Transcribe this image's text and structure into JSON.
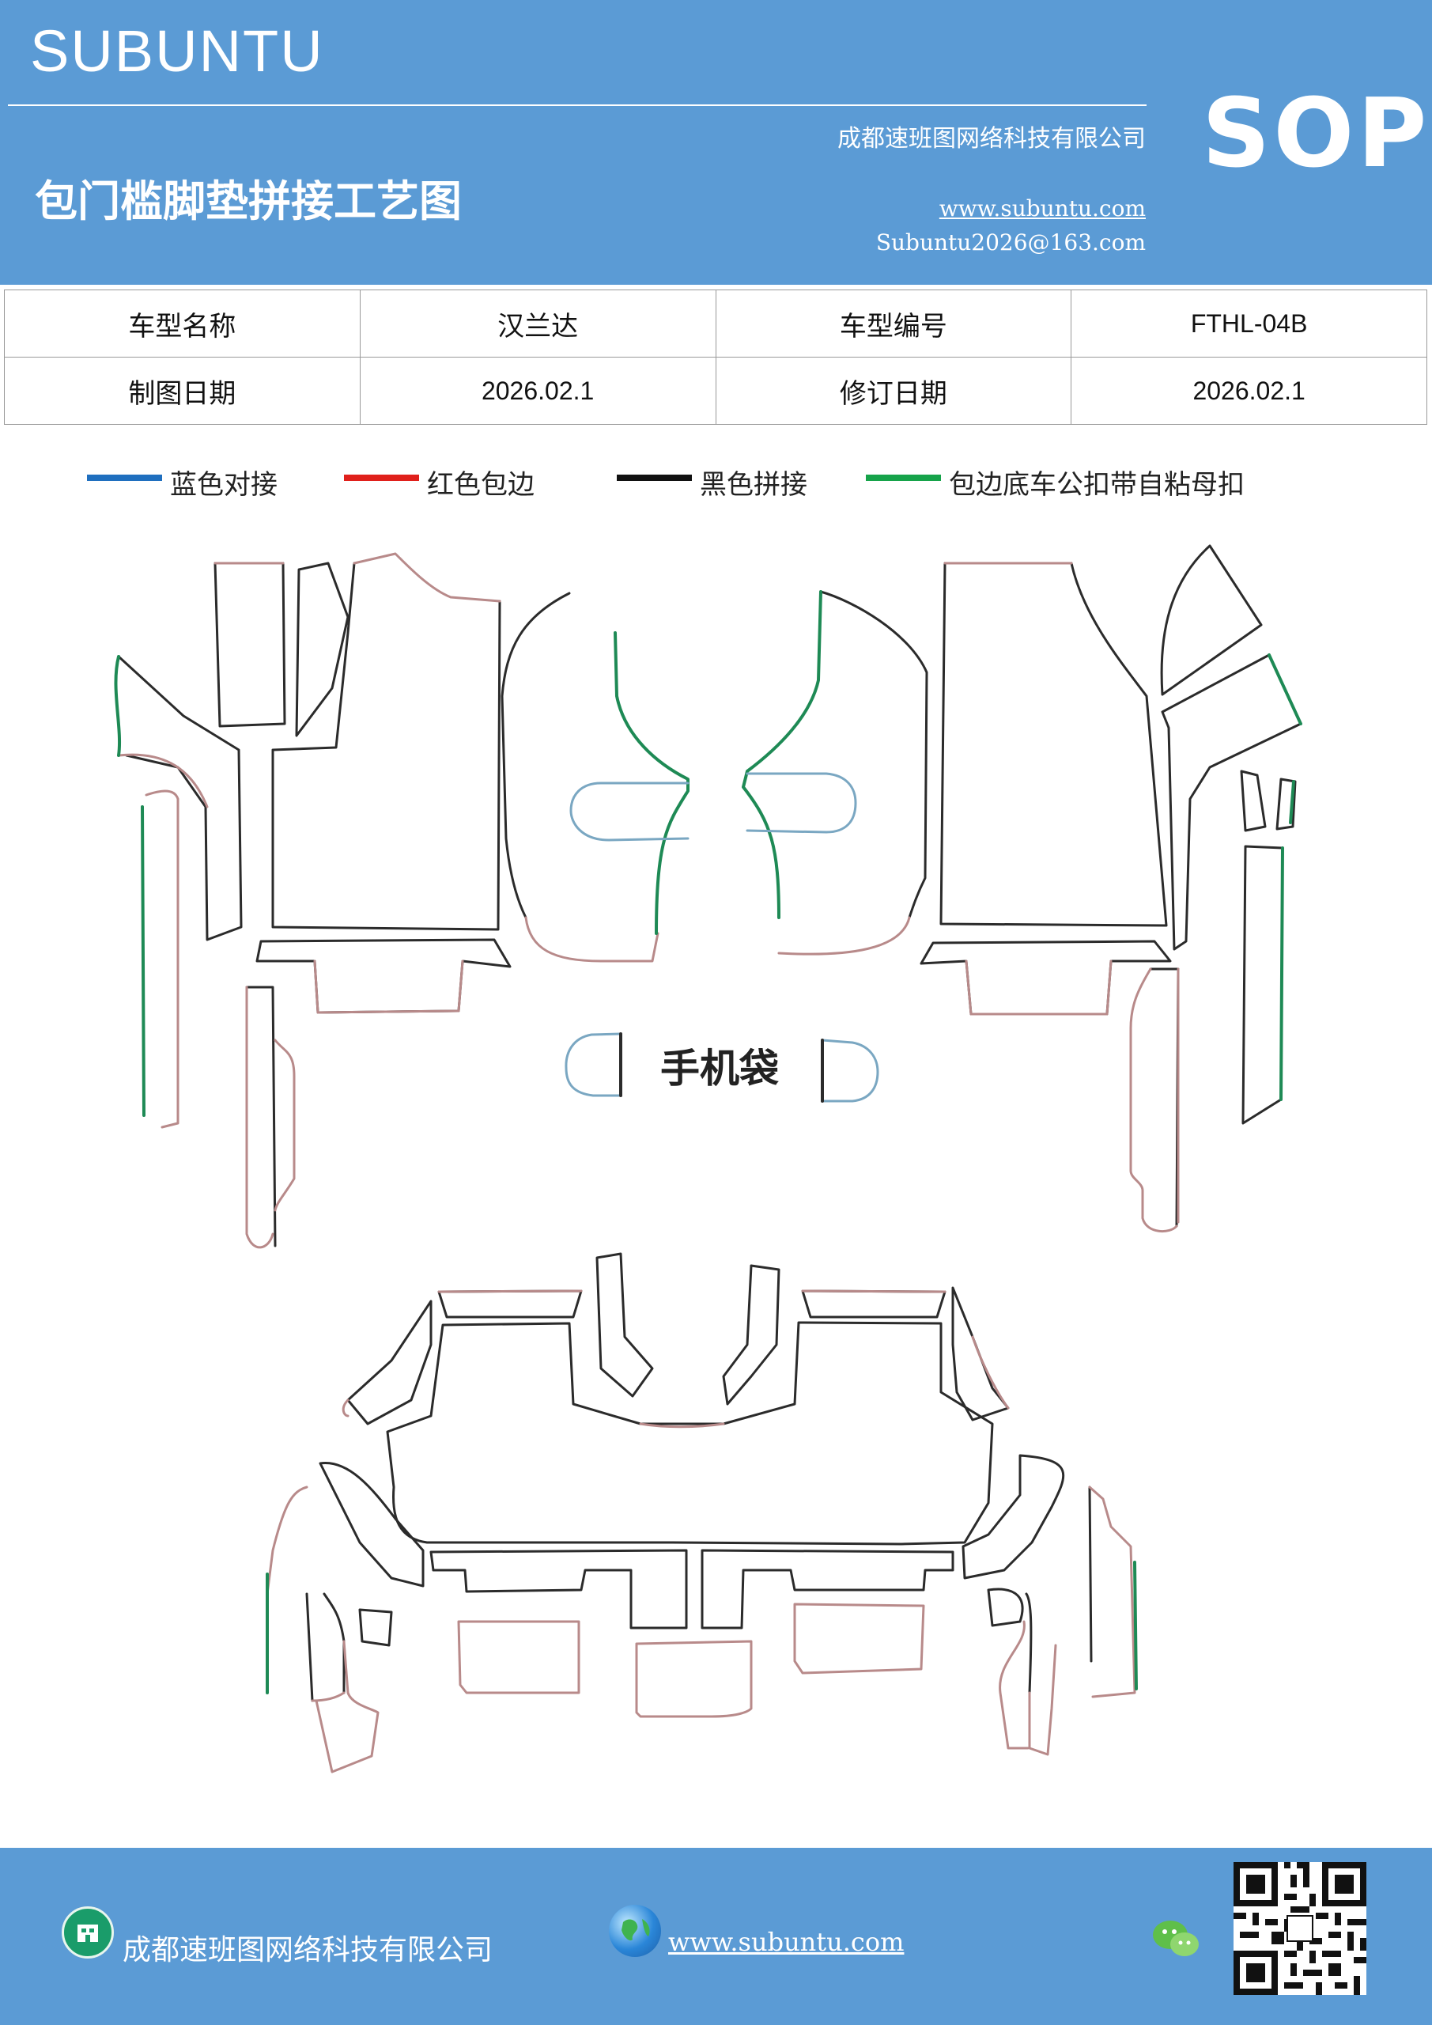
{
  "header": {
    "brand": "SUBUNTU",
    "title": "包门槛脚垫拼接工艺图",
    "company": "成都速班图网络科技有限公司",
    "website": "www.subuntu.com",
    "email": "Subuntu2026@163.com",
    "badge": "SOP"
  },
  "info": {
    "rows": [
      {
        "label1": "车型名称",
        "value1": "汉兰达",
        "label2": "车型编号",
        "value2": "FTHL-04B"
      },
      {
        "label1": "制图日期",
        "value1": "2026.02.1",
        "label2": "修订日期",
        "value2": "2026.02.1"
      }
    ]
  },
  "legend": [
    {
      "label": "蓝色对接",
      "color": "#1f6fbf"
    },
    {
      "label": "红色包边",
      "color": "#e0201b"
    },
    {
      "label": "黑色拼接",
      "color": "#111111"
    },
    {
      "label": "包边底车公扣带自粘母扣",
      "color": "#16a34a"
    }
  ],
  "diagram": {
    "phone_pocket_label": "手机袋",
    "colors": {
      "black": "#2b2b2b",
      "red": "#b88a8a",
      "green": "#1e8a55",
      "blue": "#7aa7c2"
    }
  },
  "footer": {
    "company": "成都速班图网络科技有限公司",
    "website": "www.subuntu.com "
  }
}
